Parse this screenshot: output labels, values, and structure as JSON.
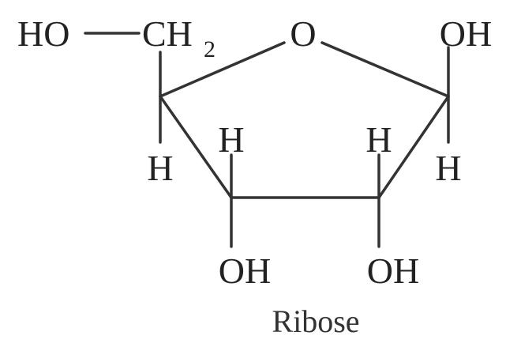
{
  "molecule": {
    "group_c5_ho": "HO",
    "group_c5_ch": "CH",
    "group_c5_sub": "2",
    "ring_oxygen": "O",
    "group_c1_oh": "OH",
    "c4_h": "H",
    "c3_h_top": "H",
    "c2_h_top": "H",
    "c1_h": "H",
    "c3_oh": "OH",
    "c2_oh": "OH",
    "highlight_color": "#c0395b",
    "name": "Ribose"
  }
}
